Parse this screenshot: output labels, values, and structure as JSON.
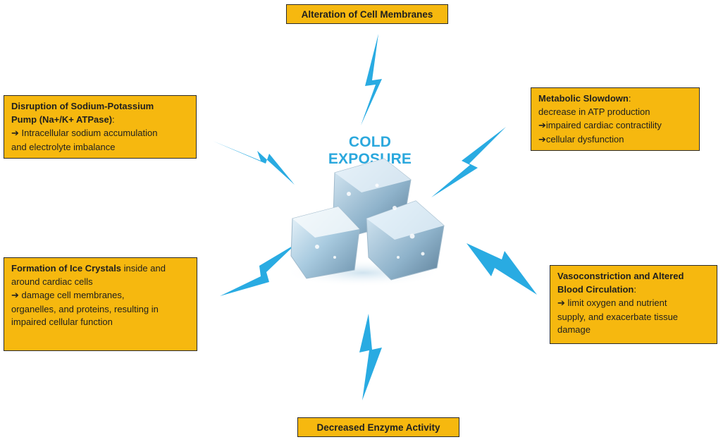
{
  "center_title": "COLD EXPOSURE",
  "arrow_glyph": "➔",
  "colors": {
    "box_fill": "#f6b80f",
    "box_border": "#2b2b2b",
    "bolt": "#29abe2",
    "title": "#2ba8dd"
  },
  "icons": {
    "center_image": "ice-cubes-image",
    "connectors": "lightning-bolt-icon"
  },
  "boxes": {
    "top": {
      "title": "Alteration of Cell Membranes"
    },
    "bottom": {
      "title": "Decreased Enzyme Activity"
    },
    "upper_left": {
      "title_line1": "Disruption of Sodium-Potassium",
      "title_line2": "Pump (Na+/K+ ATPase)",
      "title_suffix": ":",
      "effect_line1": "Intracellular sodium accumulation",
      "effect_line2": "and electrolyte imbalance"
    },
    "upper_right": {
      "title": "Metabolic Slowdown",
      "title_suffix": ":",
      "line1": "decrease in ATP production",
      "effect1": "impaired cardiac contractility",
      "effect2": "cellular dysfunction"
    },
    "lower_left": {
      "title": "Formation of Ice Crystals",
      "title_rest": " inside and",
      "line2": "around cardiac cells",
      "effect_line1": "damage cell membranes,",
      "effect_line2": "organelles, and proteins, resulting in",
      "effect_line3": "impaired cellular function"
    },
    "lower_right": {
      "title_line1": "Vasoconstriction and Altered",
      "title_line2": "Blood Circulation",
      "title_suffix": ":",
      "effect_line1": "limit oxygen and nutrient",
      "effect_line2": "supply, and exacerbate tissue",
      "effect_line3": "damage"
    }
  }
}
